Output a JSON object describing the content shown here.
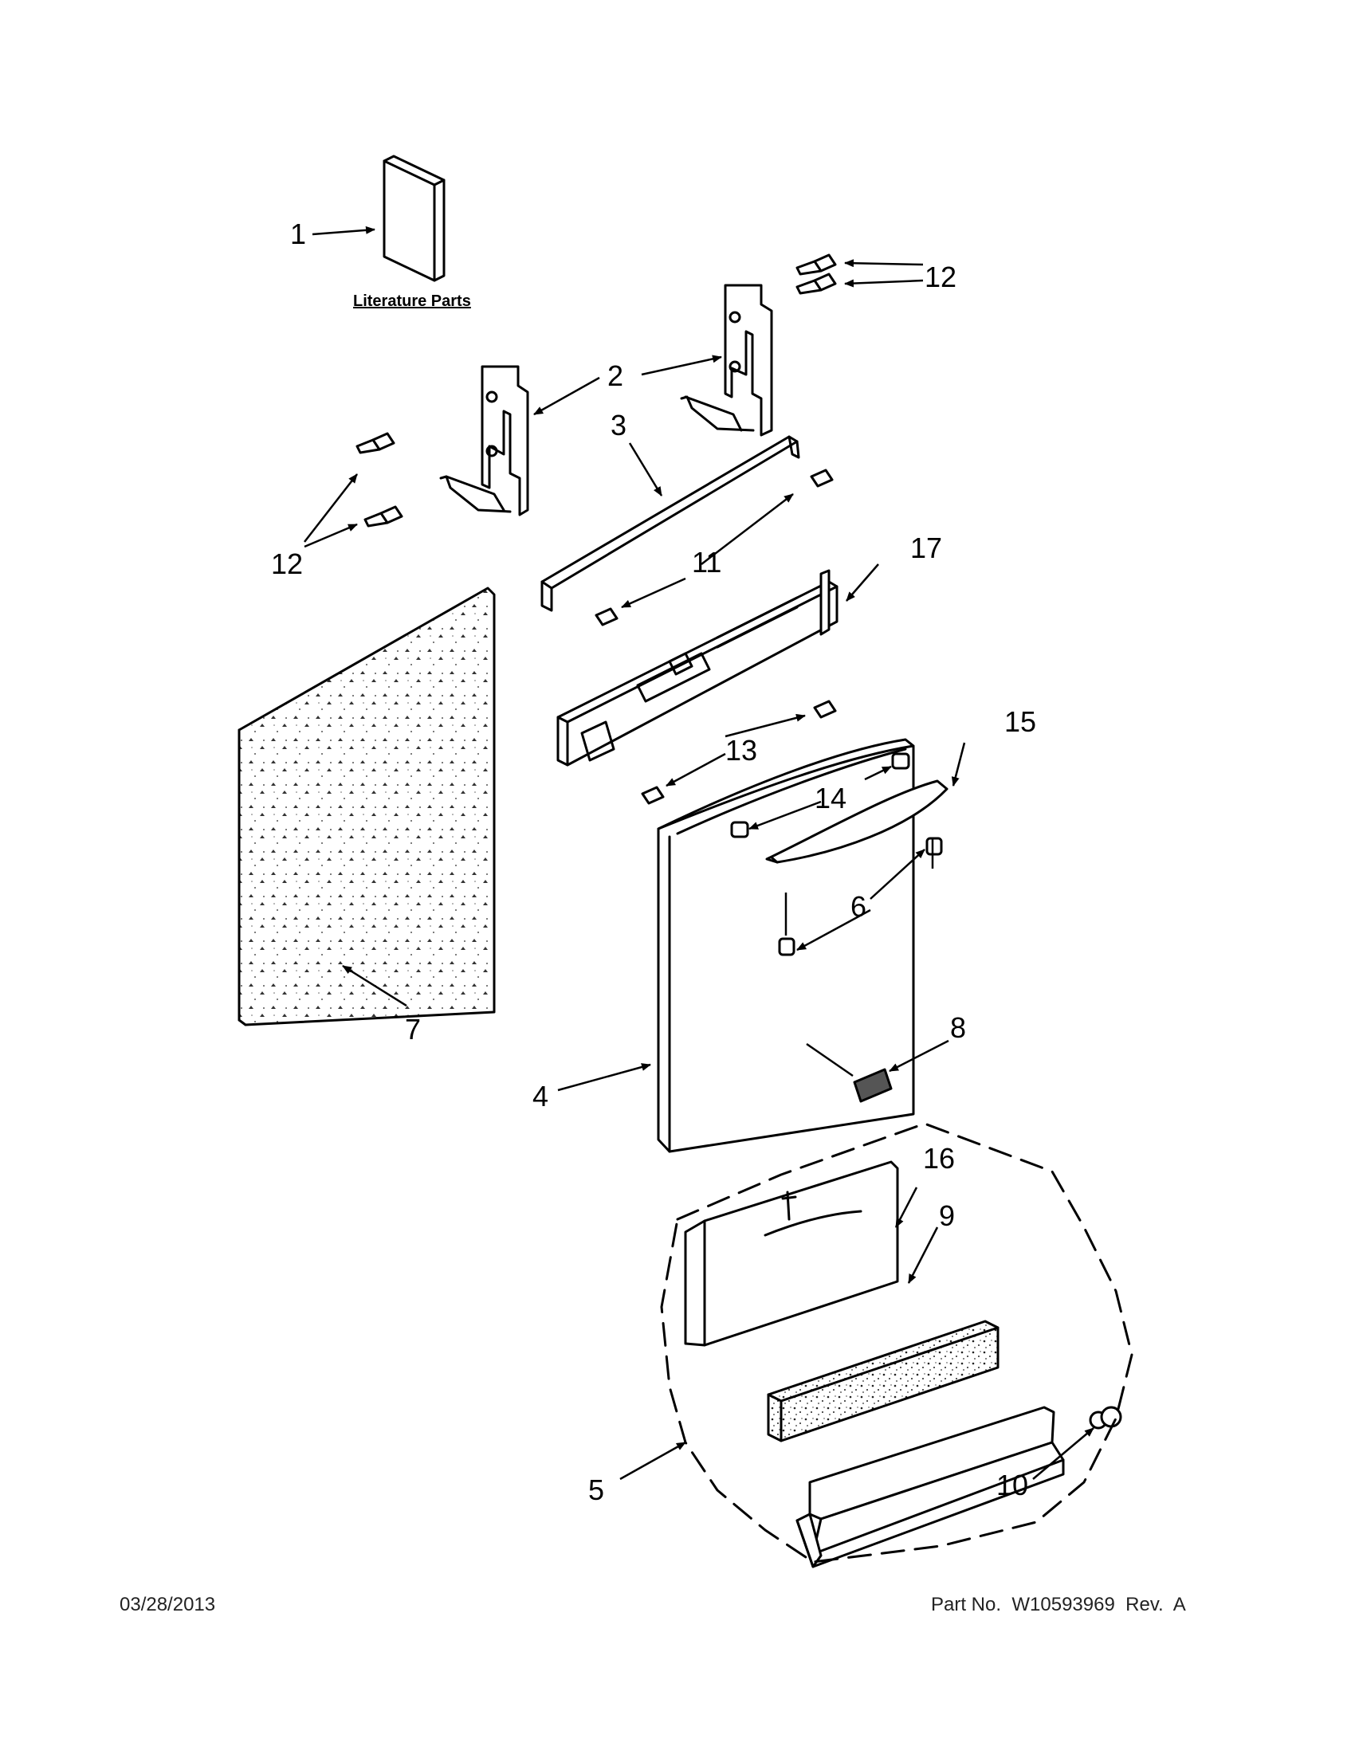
{
  "callouts": {
    "c1": "1",
    "c2": "2",
    "c3": "3",
    "c4": "4",
    "c5": "5",
    "c6": "6",
    "c7": "7",
    "c8": "8",
    "c9": "9",
    "c10": "10",
    "c11": "11",
    "c12a": "12",
    "c12b": "12",
    "c13": "13",
    "c14": "14",
    "c15": "15",
    "c16": "16",
    "c17": "17"
  },
  "literature_caption": "Literature Parts",
  "footer": {
    "date": "03/28/2013",
    "part_label": "Part No.  W10593969  Rev.  A"
  }
}
